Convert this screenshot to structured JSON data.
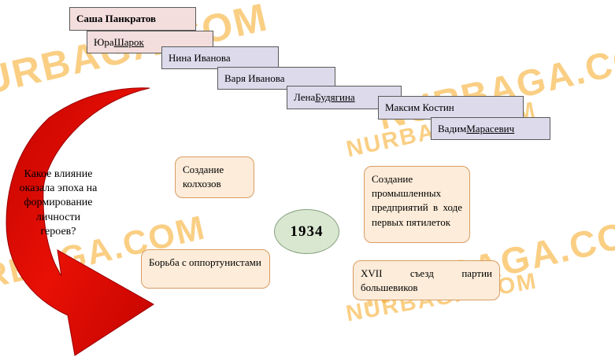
{
  "watermark": {
    "text": "NURBAGA.COM",
    "color": "#F7A821"
  },
  "characters": [
    {
      "pre": "Саша Панкратов",
      "u": ""
    },
    {
      "pre": "Юра ",
      "u": "Шарок"
    },
    {
      "pre": "Нина Иванова",
      "u": ""
    },
    {
      "pre": "Варя Иванова",
      "u": ""
    },
    {
      "pre": "Лена ",
      "u": "Будягина"
    },
    {
      "pre": "Максим Костин",
      "u": ""
    },
    {
      "pre": "Вадим ",
      "u": "Марасевич"
    }
  ],
  "question": "Какое влияние оказала эпоха на формирование личности героев?",
  "year": "1934",
  "events": [
    "Создание колхозов",
    "Создание промышленных предприятий в ходе первых пятилеток",
    "Борьба с оппортунистами",
    "XVII съезд партии большевиков"
  ],
  "colors": {
    "card_pink": "#F3DEDD",
    "card_lavender": "#DCDAEB",
    "event_fill": "#FCECD9",
    "event_border": "#D89C62",
    "year_fill": "#D9E7D1",
    "arrow_red": "#DD0B06",
    "watermark": "#F7A821"
  }
}
